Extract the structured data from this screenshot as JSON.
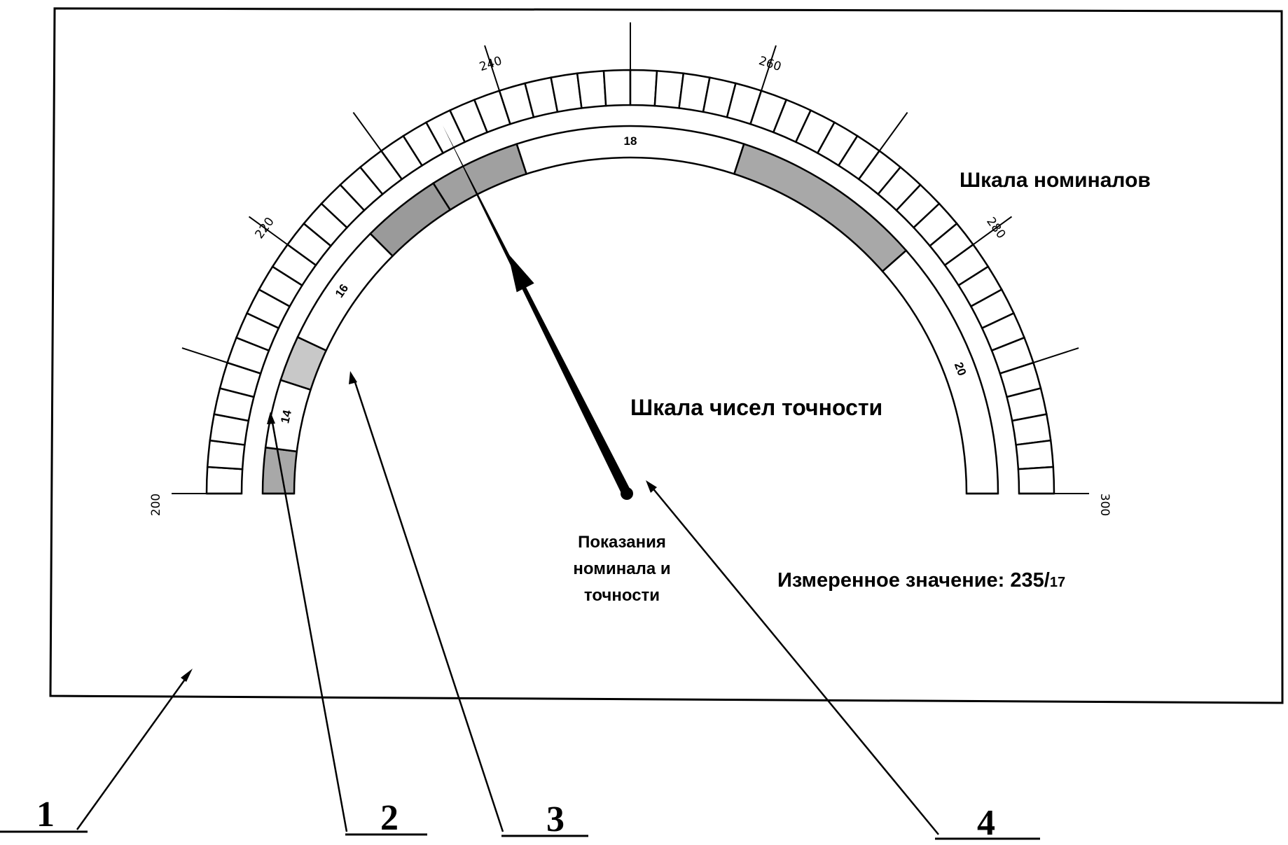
{
  "labels": {
    "nominal_scale": "Шкала номиналов",
    "accuracy_scale": "Шкала чисел точности",
    "pointer_caption": [
      "Показания",
      "номинала и",
      "точности"
    ],
    "measured_prefix": "Измеренное значение: 235/",
    "measured_sub": "17"
  },
  "nominal_scale": {
    "min": 200,
    "max": 300,
    "cells": 50,
    "major_ticks": [
      200,
      210,
      220,
      230,
      240,
      250,
      260,
      270,
      280,
      290,
      300
    ],
    "labeled_ticks": [
      {
        "value": 200,
        "text": "200"
      },
      {
        "value": 220,
        "text": "220"
      },
      {
        "value": 240,
        "text": "240"
      },
      {
        "value": 260,
        "text": "260"
      },
      {
        "value": 280,
        "text": "280"
      },
      {
        "value": 300,
        "text": "300"
      }
    ]
  },
  "accuracy_scale": {
    "segments": [
      {
        "from": 200,
        "to": 204,
        "shade": "#a8a8a8",
        "text": ""
      },
      {
        "from": 204,
        "to": 210,
        "shade": "#ffffff",
        "text": "14"
      },
      {
        "from": 210,
        "to": 214,
        "shade": "#c8c8c8",
        "text": ""
      },
      {
        "from": 214,
        "to": 225,
        "shade": "#ffffff",
        "text": "16"
      },
      {
        "from": 225,
        "to": 232,
        "shade": "#9a9a9a",
        "text": ""
      },
      {
        "from": 232,
        "to": 240,
        "shade": "#a0a0a0",
        "text": ""
      },
      {
        "from": 240,
        "to": 260,
        "shade": "#ffffff",
        "text": "18"
      },
      {
        "from": 260,
        "to": 277,
        "shade": "#a8a8a8",
        "text": ""
      },
      {
        "from": 277,
        "to": 300,
        "shade": "#ffffff",
        "text": "20"
      }
    ]
  },
  "pointer": {
    "value": 235
  },
  "references": [
    "1",
    "2",
    "3",
    "4"
  ]
}
